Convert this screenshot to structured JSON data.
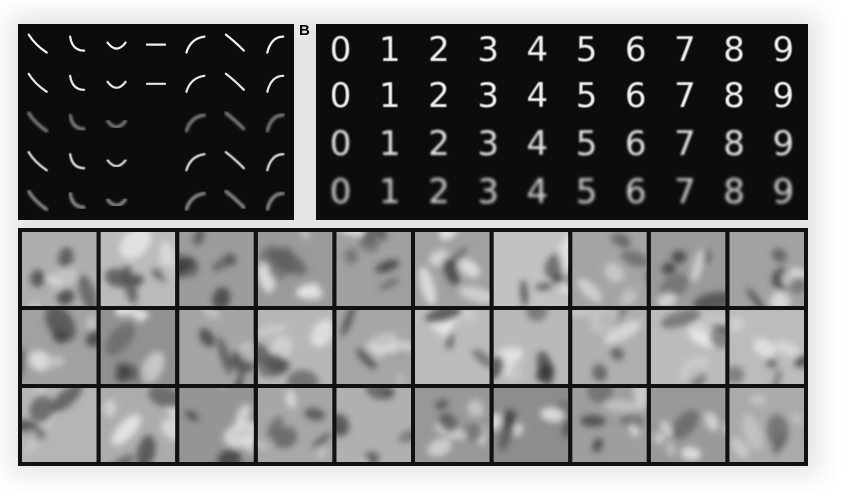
{
  "panel_b": {
    "label": "B",
    "digit_rows": [
      [
        "0",
        "1",
        "2",
        "3",
        "4",
        "5",
        "6",
        "7",
        "8",
        "9"
      ],
      [
        "0",
        "1",
        "2",
        "3",
        "4",
        "5",
        "6",
        "7",
        "8",
        "9"
      ],
      [
        "0",
        "1",
        "2",
        "3",
        "4",
        "5",
        "6",
        "7",
        "8",
        "9"
      ],
      [
        "0",
        "1",
        "2",
        "3",
        "4",
        "5",
        "6",
        "7",
        "8",
        "9"
      ]
    ]
  },
  "panel_a": {
    "description_free": true,
    "rows": 5,
    "cols": 7
  },
  "panel_c": {
    "rows": 3,
    "cols": 10
  },
  "colors": {
    "panel_background": "#0c0c0c",
    "stroke": "#f2f2f2",
    "face_grid_line": "#111111"
  }
}
